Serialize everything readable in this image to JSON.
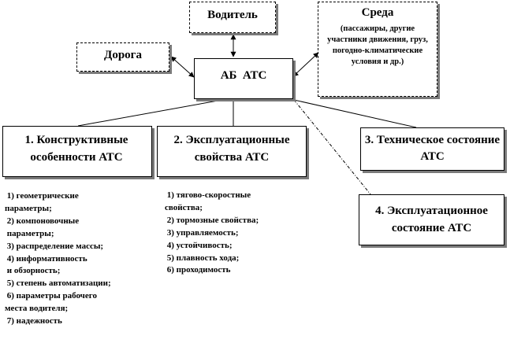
{
  "nodes": {
    "driver": "Водитель",
    "environment_title": "Среда",
    "environment_details": "(пассажиры, другие участники движения, груз, погодно-климатические условия и др.)",
    "road": "Дорога",
    "center": "АБ  АТС",
    "design": "1. Конструктивные особенности АТС",
    "operational_props": "2. Эксплуатационные свойства АТС",
    "technical_state": "3. Техническое состояние АТС",
    "operational_state": "4. Эксплуатационное состояние АТС"
  },
  "design_list": [
    " 1) геометрические",
    "параметры;",
    " 2) компоновочные",
    " параметры;",
    " 3) распределение массы;",
    " 4) информативность",
    " и обзорность;",
    " 5) степень автоматизации;",
    " 6) параметры рабочего",
    "места водителя;",
    " 7) надежность"
  ],
  "props_list": [
    " 1) тягово-скоростные",
    "свойства;",
    " 2) тормозные свойства;",
    " 3) управляемость;",
    " 4) устойчивость;",
    " 5) плавность хода;",
    " 6) проходимость"
  ]
}
